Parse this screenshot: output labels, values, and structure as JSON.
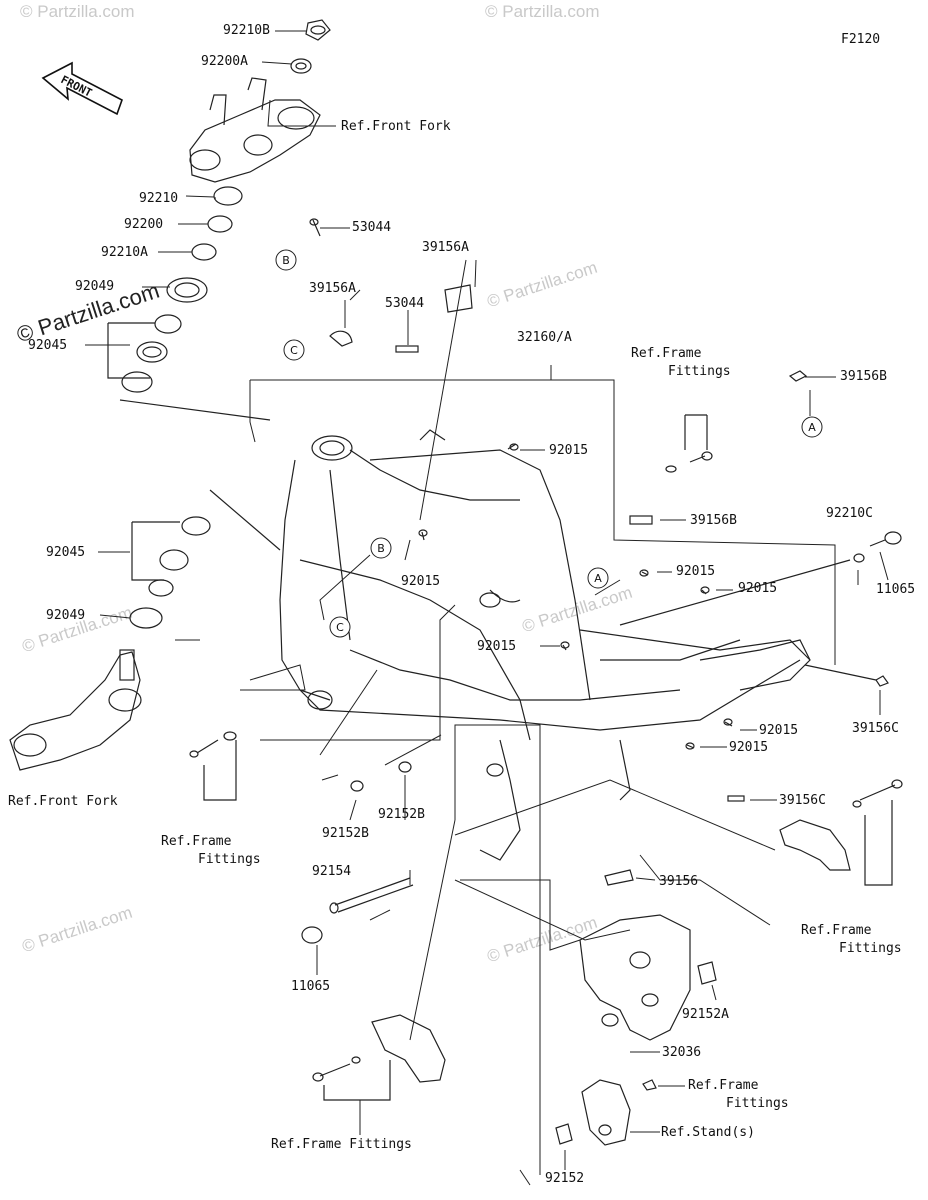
{
  "diagram": {
    "code": "F2120",
    "front_label": "FRONT"
  },
  "watermarks": {
    "main": "© Partzilla.com",
    "faint": "© Partzilla.com"
  },
  "callouts": {
    "a": "A",
    "b": "B",
    "c": "C"
  },
  "labels": {
    "l92210B": "92210B",
    "l92200A": "92200A",
    "refFrontForkTop": "Ref.Front Fork",
    "l92210": "92210",
    "l92200": "92200",
    "l92210A": "92210A",
    "l92049top": "92049",
    "l92045top": "92045",
    "l53044a": "53044",
    "l39156Aa": "39156A",
    "l39156Ab": "39156A",
    "l53044b": "53044",
    "l32160A": "32160/A",
    "refFrameFittings1a": "Ref.Frame",
    "refFrameFittings1b": "Fittings",
    "l39156B_top": "39156B",
    "l92015a": "92015",
    "l39156B": "39156B",
    "l92210C": "92210C",
    "l11065r": "11065",
    "l92045": "92045",
    "l92015b": "92015",
    "l92015c": "92015",
    "l92015d": "92015",
    "l92049": "92049",
    "l92015e": "92015",
    "l92015f": "92015",
    "l92015g": "92015",
    "l39156C_a": "39156C",
    "refFrontForkBottom": "Ref.Front Fork",
    "l92152B_a": "92152B",
    "l92152B_b": "92152B",
    "l39156C_b": "39156C",
    "refFrameFittings2a": "Ref.Frame",
    "refFrameFittings2b": "Fittings",
    "l92154": "92154",
    "l39156": "39156",
    "refFrameFittings3a": "Ref.Frame",
    "refFrameFittings3b": "Fittings",
    "l11065b": "11065",
    "l92152A": "92152A",
    "l32036": "32036",
    "refFrameFittings4a": "Ref.Frame",
    "refFrameFittings4b": "Fittings",
    "refStands": "Ref.Stand(s)",
    "refFrameFittings5": "Ref.Frame Fittings",
    "l92152": "92152"
  }
}
